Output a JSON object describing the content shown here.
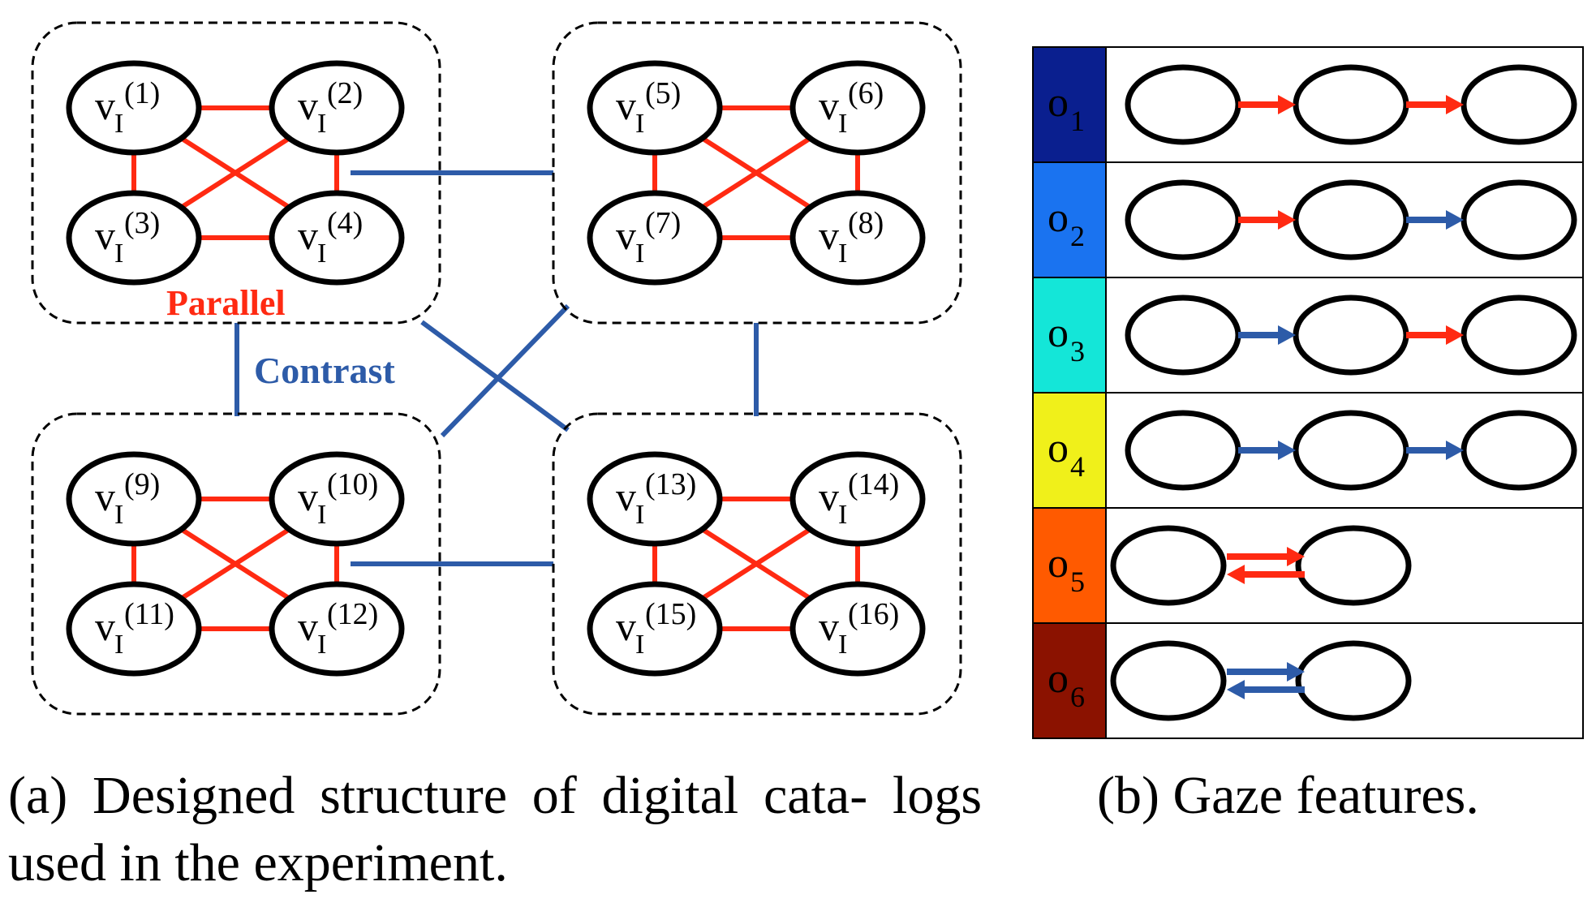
{
  "colors": {
    "parallel": "#ff2a12",
    "contrast": "#2d5ba8",
    "node_stroke": "#000000",
    "group_border": "#000000"
  },
  "labels": {
    "parallel": "Parallel",
    "contrast": "Contrast"
  },
  "node_base": "v",
  "node_subscript": "I",
  "groups": [
    {
      "nodes": [
        "1",
        "2",
        "3",
        "4"
      ]
    },
    {
      "nodes": [
        "5",
        "6",
        "7",
        "8"
      ]
    },
    {
      "nodes": [
        "9",
        "10",
        "11",
        "12"
      ]
    },
    {
      "nodes": [
        "13",
        "14",
        "15",
        "16"
      ]
    }
  ],
  "gaze_table": {
    "rows": [
      {
        "label": "o",
        "index": "1",
        "color": "#0a1f8f",
        "arrows": [
          "parallel",
          "parallel"
        ]
      },
      {
        "label": "o",
        "index": "2",
        "color": "#1a73f0",
        "arrows": [
          "parallel",
          "contrast"
        ]
      },
      {
        "label": "o",
        "index": "3",
        "color": "#14e6d8",
        "arrows": [
          "contrast",
          "parallel"
        ]
      },
      {
        "label": "o",
        "index": "4",
        "color": "#f0f01a",
        "arrows": [
          "contrast",
          "contrast"
        ]
      },
      {
        "label": "o",
        "index": "5",
        "color": "#ff5a00",
        "arrows": [
          "parallel-bidirectional"
        ]
      },
      {
        "label": "o",
        "index": "6",
        "color": "#8b1200",
        "arrows": [
          "contrast-bidirectional"
        ]
      }
    ]
  },
  "captions": {
    "a": "(a)  Designed  structure  of  digital  cata- logs used in the experiment.",
    "b": "(b)  Gaze features."
  }
}
